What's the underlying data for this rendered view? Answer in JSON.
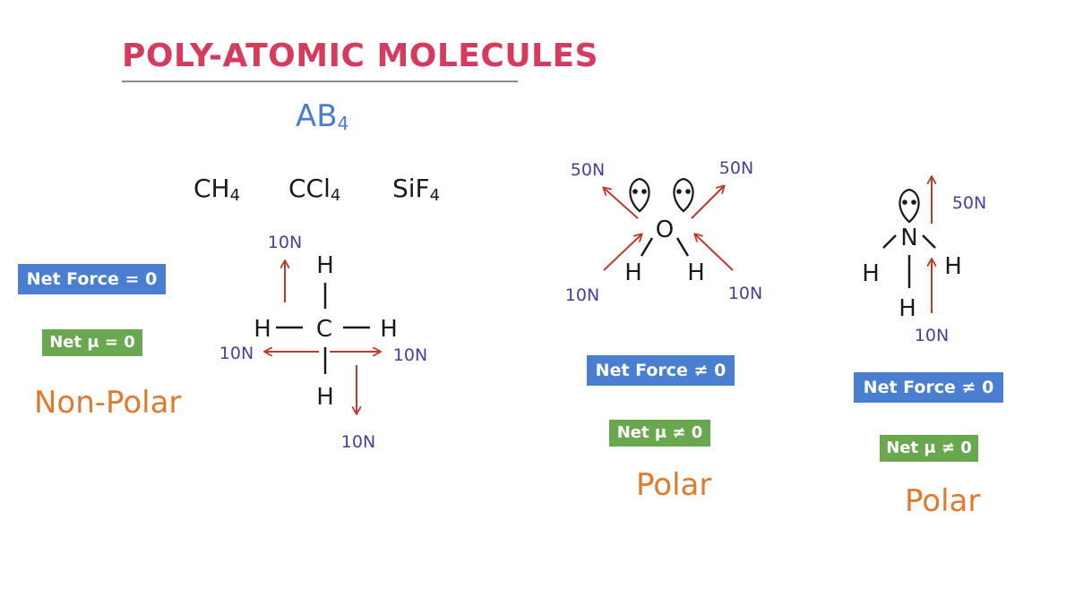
{
  "title": "POLY-ATOMIC MOLECULES",
  "formula": {
    "base": "AB",
    "sub": "4"
  },
  "examples": [
    {
      "base": "CH",
      "sub": "4"
    },
    {
      "base": "CCl",
      "sub": "4"
    },
    {
      "base": "SiF",
      "sub": "4"
    }
  ],
  "methane": {
    "atoms": {
      "center": "C",
      "top": "H",
      "left": "H",
      "right": "H",
      "bottom": "H"
    },
    "forces": {
      "up": "10N",
      "left": "10N",
      "right": "10N",
      "down": "10N"
    },
    "net_force": "Net Force = 0",
    "net_mu": "Net μ = 0",
    "polarity": "Non-Polar"
  },
  "water": {
    "atoms": {
      "center": "O",
      "left": "H",
      "right": "H"
    },
    "forces": {
      "up_left": "50N",
      "up_right": "50N",
      "low_left": "10N",
      "low_right": "10N"
    },
    "net_force": "Net Force ≠ 0",
    "net_mu": "Net μ ≠ 0",
    "polarity": "Polar"
  },
  "ammonia": {
    "atoms": {
      "center": "N",
      "left": "H",
      "right": "H",
      "bottom": "H"
    },
    "forces": {
      "up": "50N",
      "bottom": "10N"
    },
    "net_force": "Net Force ≠ 0",
    "net_mu": "Net μ ≠ 0",
    "polarity": "Polar"
  },
  "colors": {
    "title": "#d63b5e",
    "formula": "#4a7dcc",
    "force_label": "#4a3f99",
    "arrow": "#c0392b",
    "net_force_bg": "#4a7ed0",
    "net_mu_bg": "#6aa84f",
    "polarity": "#e07a2e",
    "bond": "#1a1a1a"
  }
}
